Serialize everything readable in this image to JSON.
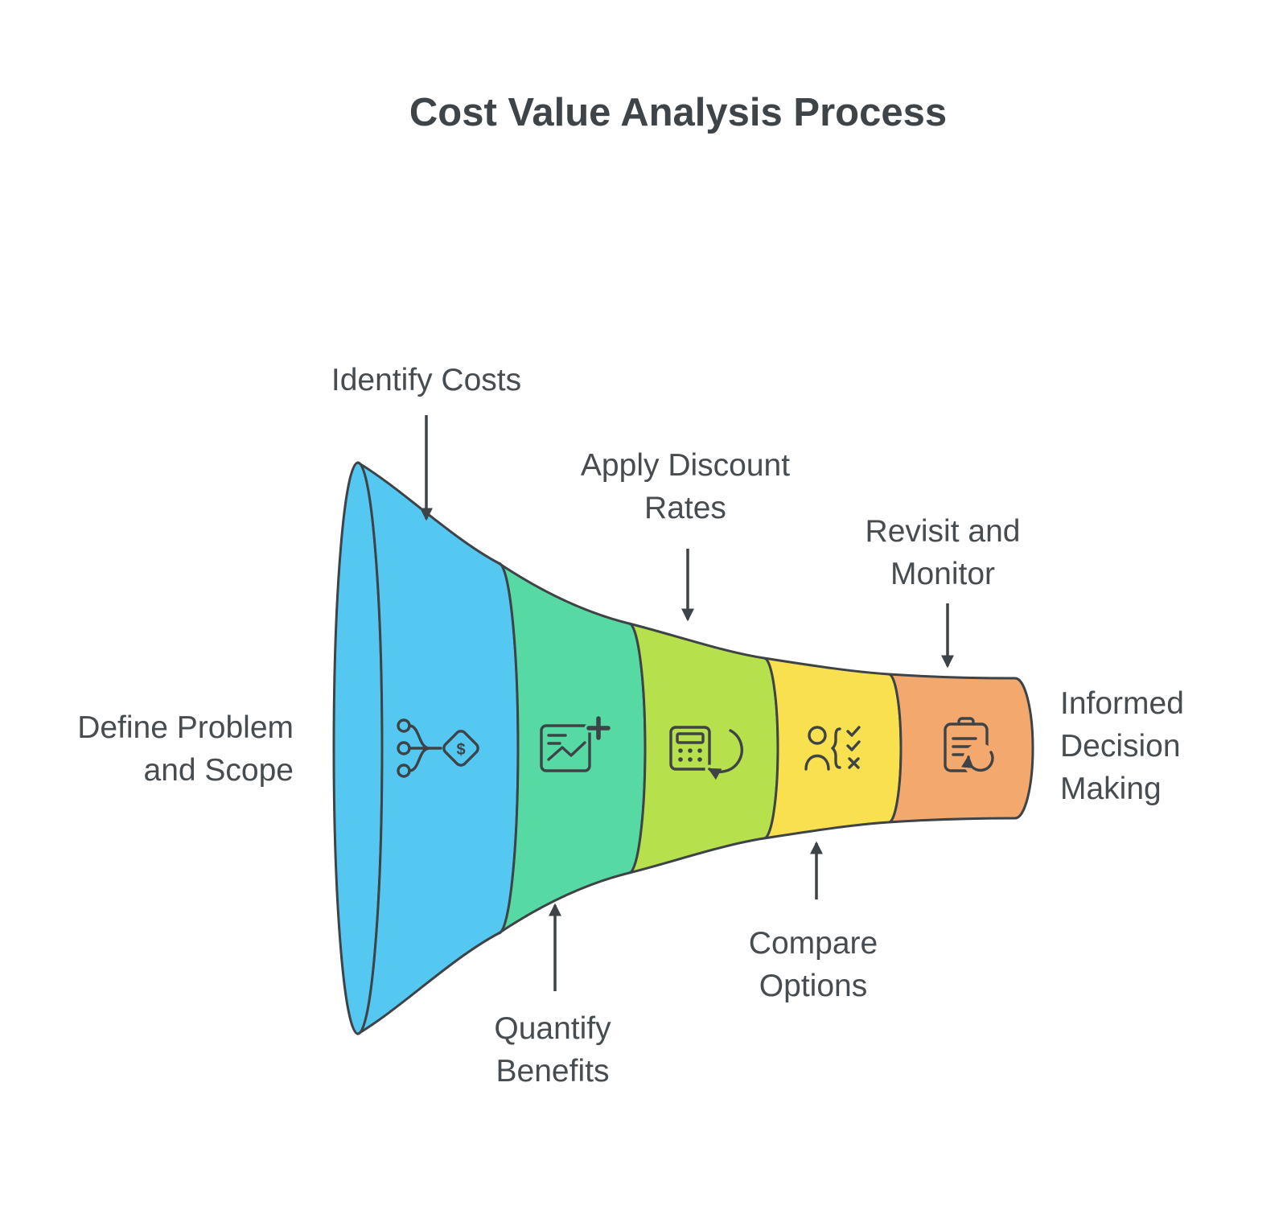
{
  "title": "Cost Value Analysis Process",
  "colors": {
    "outline": "#3e4347",
    "text": "#474c50",
    "background": "#ffffff"
  },
  "funnel": {
    "type": "horizontal-funnel",
    "input_label": "Define Problem and Scope",
    "output_label": "Informed Decision Making",
    "stages": [
      {
        "label": "Identify Costs",
        "color": "#55c8f2",
        "icon": "hierarchy-price-tag-icon",
        "label_position": "top"
      },
      {
        "label": "Quantify Benefits",
        "color": "#57d9a4",
        "icon": "chart-plus-icon",
        "label_position": "bottom"
      },
      {
        "label": "Apply Discount Rates",
        "color": "#b7e04d",
        "icon": "calculator-refresh-icon",
        "label_position": "top"
      },
      {
        "label": "Compare Options",
        "color": "#f8e04e",
        "icon": "person-checklist-icon",
        "label_position": "bottom"
      },
      {
        "label": "Revisit and Monitor",
        "color": "#f3a96e",
        "icon": "clipboard-sync-icon",
        "label_position": "top"
      }
    ]
  },
  "glyphs": {
    "dollar": "$"
  }
}
